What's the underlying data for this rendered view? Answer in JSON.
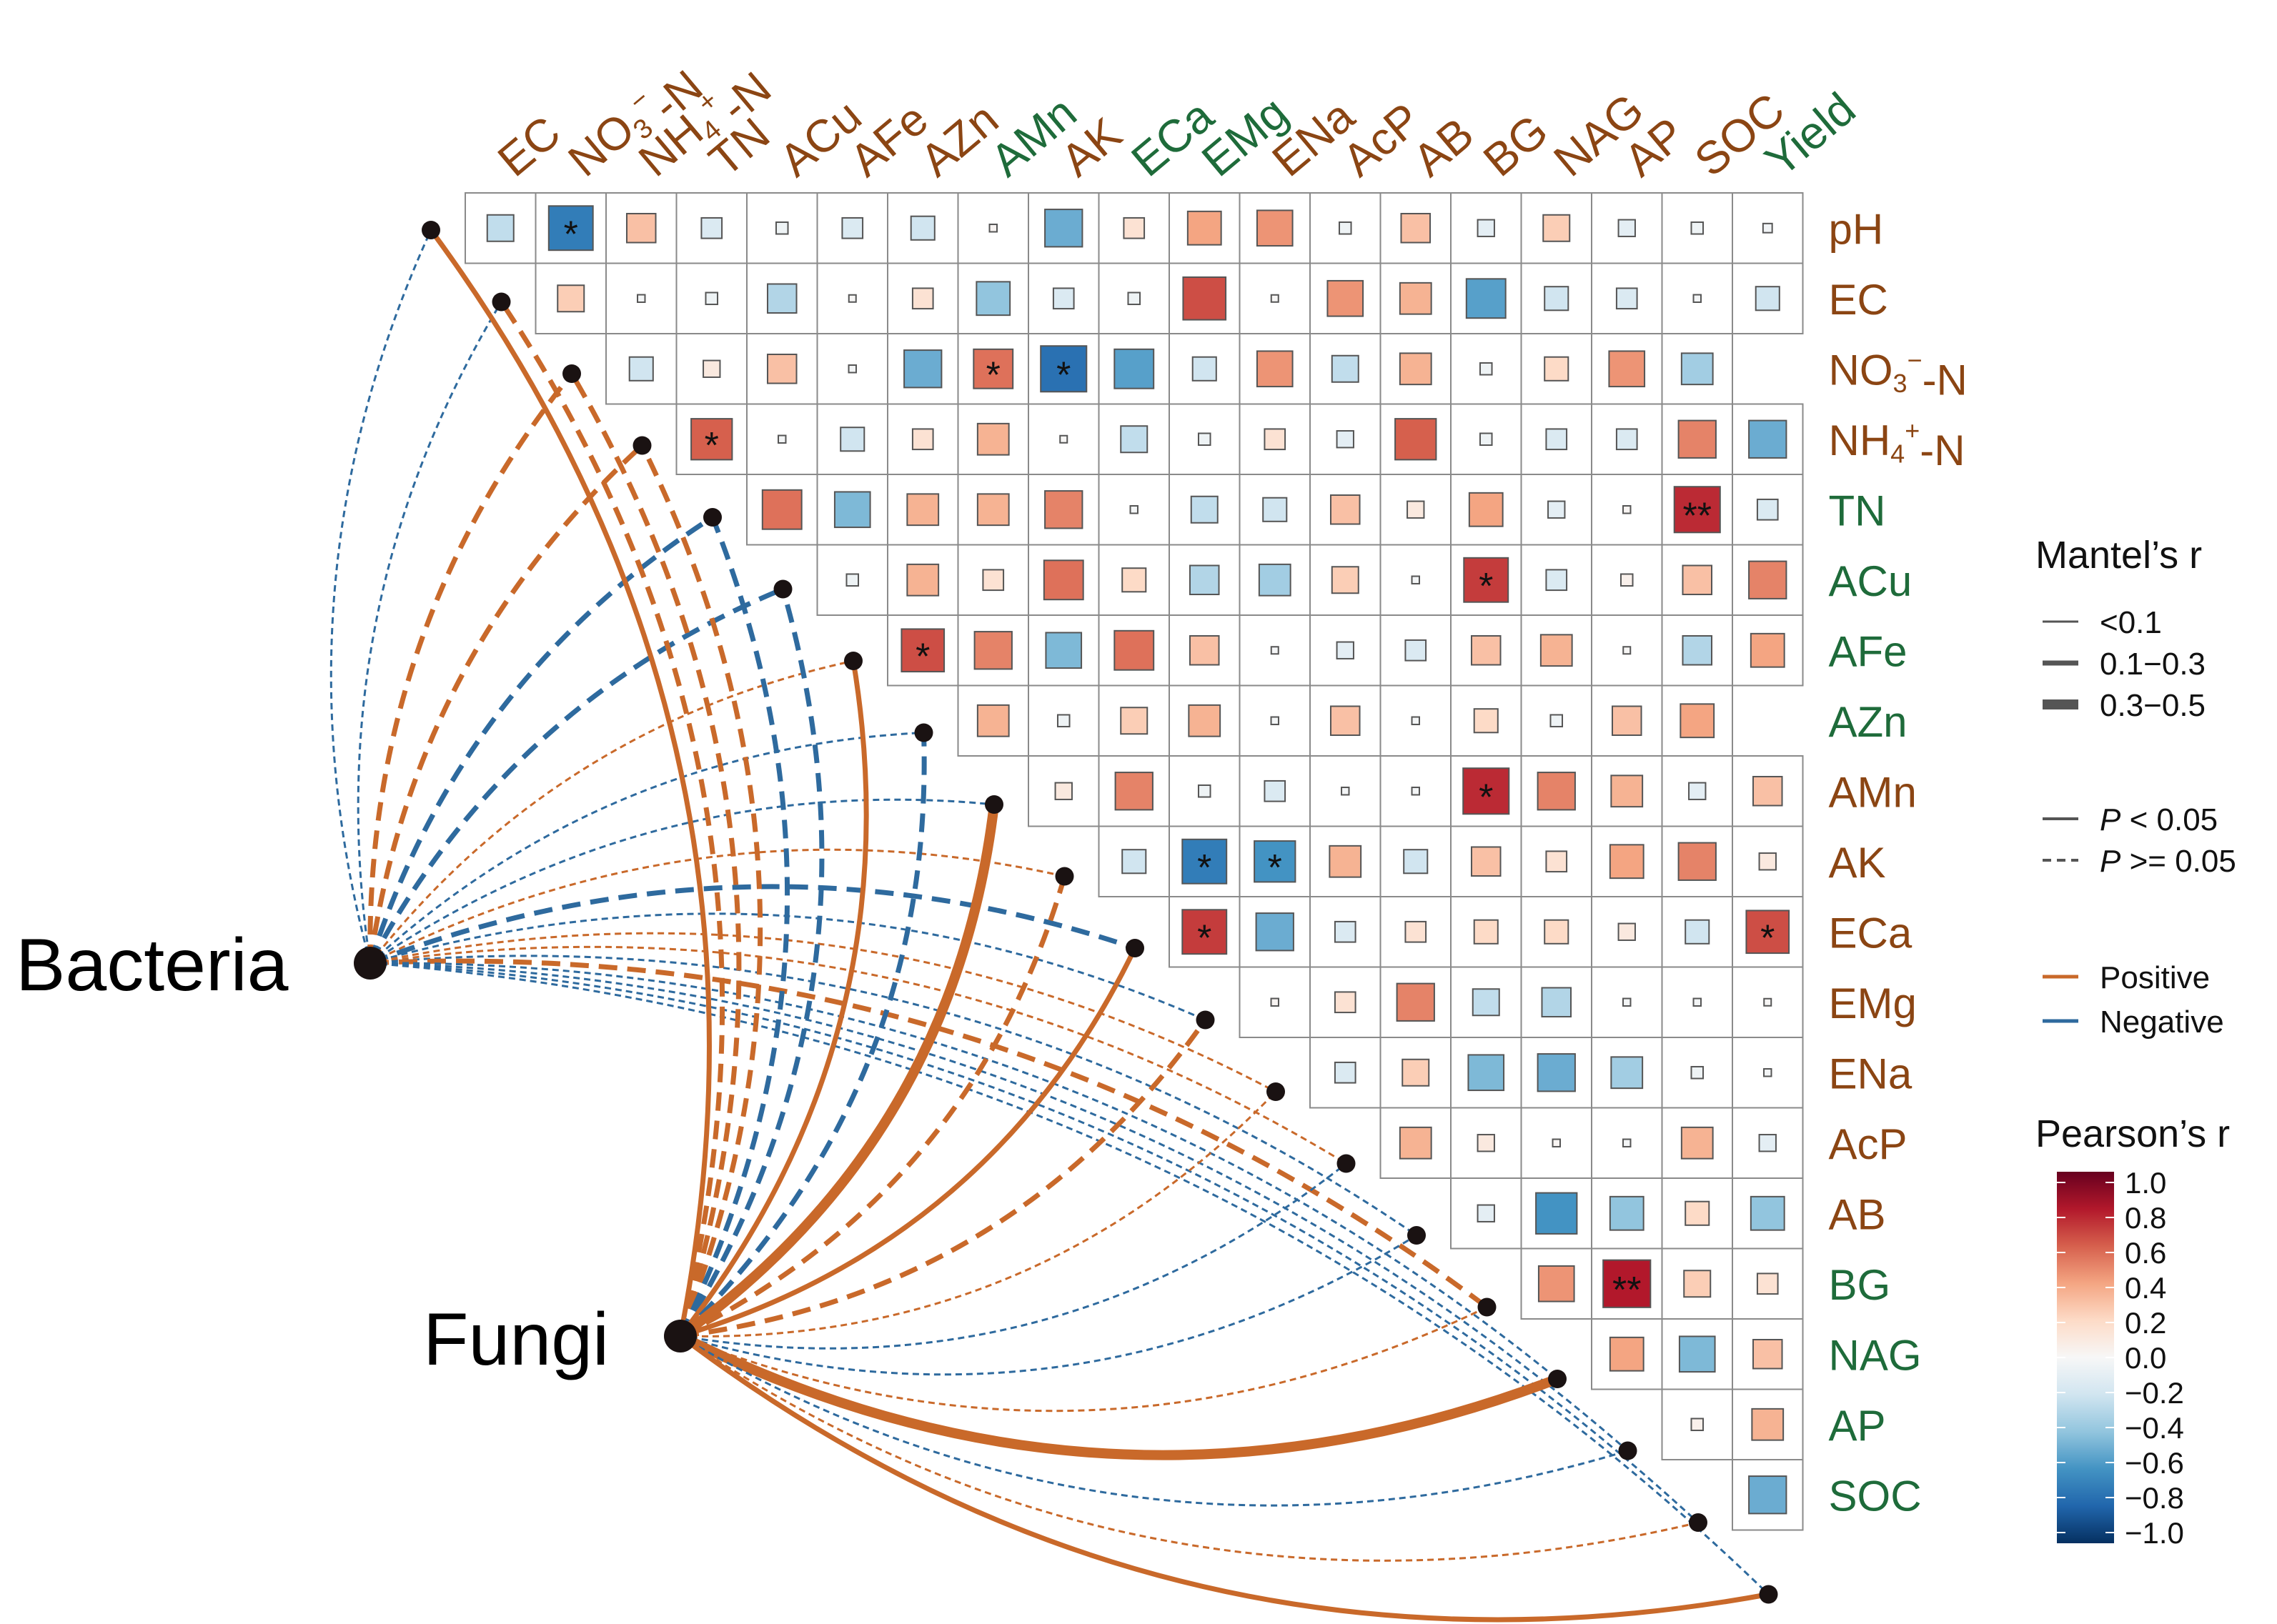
{
  "chart_data": {
    "type": "heatmap",
    "title": "",
    "colors": {
      "brown": "#8B4513",
      "green": "#1E6B3A",
      "positive": "#C9692A",
      "negative": "#2E6A9E",
      "dot": "#1a1212"
    },
    "variables": [
      {
        "name": "pH",
        "sup": "",
        "sub": "",
        "tail": "",
        "group": "soil"
      },
      {
        "name": "EC",
        "sup": "",
        "sub": "",
        "tail": "",
        "group": "soil"
      },
      {
        "name": "NO",
        "sub": "3",
        "sup": "−",
        "tail": "-N",
        "group": "soil"
      },
      {
        "name": "NH",
        "sub": "4",
        "sup": "+",
        "tail": "-N",
        "group": "soil"
      },
      {
        "name": "TN",
        "sup": "",
        "sub": "",
        "tail": "",
        "group": "plant"
      },
      {
        "name": "ACu",
        "sup": "",
        "sub": "",
        "tail": "",
        "group": "plant"
      },
      {
        "name": "AFe",
        "sup": "",
        "sub": "",
        "tail": "",
        "group": "plant"
      },
      {
        "name": "AZn",
        "sup": "",
        "sub": "",
        "tail": "",
        "group": "plant"
      },
      {
        "name": "AMn",
        "sup": "",
        "sub": "",
        "tail": "",
        "group": "soil"
      },
      {
        "name": "AK",
        "sup": "",
        "sub": "",
        "tail": "",
        "group": "soil"
      },
      {
        "name": "ECa",
        "sup": "",
        "sub": "",
        "tail": "",
        "group": "soil"
      },
      {
        "name": "EMg",
        "sup": "",
        "sub": "",
        "tail": "",
        "group": "soil"
      },
      {
        "name": "ENa",
        "sup": "",
        "sub": "",
        "tail": "",
        "group": "soil"
      },
      {
        "name": "AcP",
        "sup": "",
        "sub": "",
        "tail": "",
        "group": "soil"
      },
      {
        "name": "AB",
        "sup": "",
        "sub": "",
        "tail": "",
        "group": "soil"
      },
      {
        "name": "BG",
        "sup": "",
        "sub": "",
        "tail": "",
        "group": "plant"
      },
      {
        "name": "NAG",
        "sup": "",
        "sub": "",
        "tail": "",
        "group": "plant"
      },
      {
        "name": "AP",
        "sup": "",
        "sub": "",
        "tail": "",
        "group": "plant"
      },
      {
        "name": "SOC",
        "sup": "",
        "sub": "",
        "tail": "",
        "group": "plant"
      },
      {
        "name": "Yield",
        "sup": "",
        "sub": "",
        "tail": "",
        "group": "plant"
      }
    ],
    "top_label_colors": [
      "brown",
      "brown",
      "brown",
      "brown",
      "brown",
      "brown",
      "brown",
      "green",
      "brown",
      "green",
      "green",
      "brown",
      "brown",
      "brown",
      "brown",
      "brown",
      "brown",
      "brown",
      "green"
    ],
    "right_label_colors": [
      "brown",
      "brown",
      "brown",
      "brown",
      "green",
      "green",
      "green",
      "green",
      "brown",
      "brown",
      "brown",
      "brown",
      "brown",
      "brown",
      "brown",
      "green",
      "green",
      "green",
      "green"
    ],
    "correlations": [
      [
        -0.25,
        -0.7,
        0.3,
        -0.15,
        -0.05,
        -0.15,
        -0.2,
        0.02,
        -0.5,
        0.15,
        0.4,
        0.45,
        -0.05,
        0.3,
        -0.1,
        0.25,
        -0.1,
        -0.05,
        -0.03
      ],
      [
        0.25,
        -0.02,
        -0.05,
        -0.3,
        0.01,
        0.15,
        -0.4,
        -0.15,
        -0.05,
        0.65,
        0.01,
        0.45,
        0.35,
        -0.55,
        -0.2,
        -0.15,
        -0.02,
        -0.2
      ],
      [
        -0.2,
        0.1,
        0.3,
        -0.02,
        -0.5,
        0.55,
        -0.75,
        -0.55,
        -0.2,
        0.45,
        -0.25,
        0.35,
        -0.05,
        0.2,
        0.45,
        -0.35
      ],
      [
        0.6,
        -0.02,
        -0.2,
        0.15,
        0.35,
        0.01,
        -0.25,
        -0.05,
        0.15,
        -0.1,
        0.6,
        -0.05,
        -0.15,
        -0.15,
        0.5,
        -0.5
      ],
      [
        0.55,
        -0.45,
        0.35,
        0.35,
        0.5,
        -0.02,
        -0.25,
        -0.2,
        0.3,
        0.1,
        0.4,
        -0.1,
        0.02,
        0.75,
        -0.15
      ],
      [
        -0.05,
        0.35,
        0.15,
        0.55,
        0.2,
        -0.3,
        -0.35,
        0.25,
        -0.02,
        0.7,
        -0.15,
        0.05,
        0.3,
        0.5
      ],
      [
        0.65,
        0.5,
        -0.45,
        0.55,
        0.3,
        -0.01,
        -0.1,
        -0.15,
        0.3,
        0.35,
        0.01,
        -0.3,
        0.4
      ],
      [
        0.35,
        -0.05,
        0.25,
        0.35,
        -0.02,
        0.3,
        -0.02,
        0.2,
        -0.05,
        0.3,
        0.4
      ],
      [
        0.1,
        0.5,
        -0.05,
        -0.15,
        -0.02,
        -0.02,
        0.75,
        0.5,
        0.35,
        -0.1,
        0.3
      ],
      [
        -0.2,
        -0.7,
        -0.6,
        0.35,
        -0.2,
        0.3,
        0.15,
        0.4,
        0.5,
        0.1
      ],
      [
        0.7,
        -0.5,
        -0.15,
        0.15,
        0.2,
        0.2,
        0.1,
        -0.2,
        0.65
      ],
      [
        0.02,
        0.15,
        0.5,
        -0.25,
        -0.3,
        -0.02,
        -0.02,
        0.01
      ],
      [
        -0.15,
        0.25,
        -0.45,
        -0.5,
        -0.35,
        -0.05,
        -0.02
      ],
      [
        0.35,
        0.1,
        0.02,
        -0.02,
        0.35,
        -0.1
      ],
      [
        -0.1,
        -0.6,
        -0.4,
        0.2,
        -0.4
      ],
      [
        0.45,
        0.8,
        0.25,
        0.15
      ],
      [
        0.4,
        -0.45,
        0.3
      ],
      [
        0.05,
        0.35
      ],
      [
        -0.5
      ]
    ],
    "significance": [
      [
        "",
        "*",
        "",
        "",
        "",
        "",
        "",
        "",
        "",
        "",
        "",
        "",
        "",
        "",
        "",
        "",
        "",
        "",
        ""
      ],
      [
        "",
        "",
        "",
        "",
        "",
        "",
        "",
        "",
        "",
        "",
        "",
        "",
        "",
        "",
        "",
        "",
        "",
        ""
      ],
      [
        "",
        "",
        "",
        "",
        "",
        "*",
        "*",
        "",
        "",
        "",
        "",
        "",
        "",
        "",
        "",
        ""
      ],
      [
        "*",
        "",
        "",
        "",
        "",
        "",
        "",
        "",
        "",
        "",
        "",
        "",
        "",
        "",
        "",
        ""
      ],
      [
        "",
        "",
        "",
        "",
        "",
        "",
        "",
        "",
        "",
        "",
        "",
        "",
        "",
        "**",
        ""
      ],
      [
        "",
        "",
        "",
        "",
        "",
        "",
        "",
        "",
        "",
        "*",
        "",
        "",
        "",
        ""
      ],
      [
        "*",
        "",
        "",
        "",
        "",
        "",
        "",
        "",
        "",
        "",
        "",
        "",
        ""
      ],
      [
        "",
        "",
        "",
        "",
        "",
        "",
        "",
        "",
        "",
        "",
        ""
      ],
      [
        "",
        "",
        "",
        "",
        "",
        "",
        "*",
        "",
        "",
        "",
        ""
      ],
      [
        "",
        "*",
        "*",
        "",
        "",
        "",
        "",
        "",
        "",
        ""
      ],
      [
        "*",
        "",
        "",
        "",
        "",
        "",
        "",
        "",
        "*"
      ],
      [
        "",
        "",
        "",
        "",
        "",
        "",
        "",
        ""
      ],
      [
        "",
        "",
        "",
        "",
        "",
        "",
        ""
      ],
      [
        "",
        "",
        "",
        "",
        "",
        ""
      ],
      [
        "",
        "",
        "",
        "",
        ""
      ],
      [
        "",
        "**",
        "",
        ""
      ],
      [
        "",
        "",
        ""
      ],
      [
        "",
        ""
      ],
      [
        ""
      ]
    ],
    "mantel_sources": [
      "Bacteria",
      "Fungi"
    ],
    "mantel_links": {
      "Bacteria": [
        {
          "to": "pH",
          "r_class": 0,
          "p_lt_005": false,
          "sign": "negative"
        },
        {
          "to": "EC",
          "r_class": 0,
          "p_lt_005": false,
          "sign": "negative"
        },
        {
          "to": "NO3-N",
          "r_class": 1,
          "p_lt_005": false,
          "sign": "positive"
        },
        {
          "to": "NH4-N",
          "r_class": 1,
          "p_lt_005": false,
          "sign": "positive"
        },
        {
          "to": "TN",
          "r_class": 1,
          "p_lt_005": false,
          "sign": "negative"
        },
        {
          "to": "ACu",
          "r_class": 1,
          "p_lt_005": false,
          "sign": "negative"
        },
        {
          "to": "AFe",
          "r_class": 0,
          "p_lt_005": false,
          "sign": "positive"
        },
        {
          "to": "AZn",
          "r_class": 0,
          "p_lt_005": false,
          "sign": "negative"
        },
        {
          "to": "AMn",
          "r_class": 0,
          "p_lt_005": false,
          "sign": "negative"
        },
        {
          "to": "AK",
          "r_class": 0,
          "p_lt_005": false,
          "sign": "positive"
        },
        {
          "to": "ECa",
          "r_class": 1,
          "p_lt_005": false,
          "sign": "negative"
        },
        {
          "to": "EMg",
          "r_class": 0,
          "p_lt_005": false,
          "sign": "negative"
        },
        {
          "to": "ENa",
          "r_class": 0,
          "p_lt_005": false,
          "sign": "positive"
        },
        {
          "to": "AcP",
          "r_class": 0,
          "p_lt_005": false,
          "sign": "positive"
        },
        {
          "to": "AB",
          "r_class": 0,
          "p_lt_005": false,
          "sign": "negative"
        },
        {
          "to": "BG",
          "r_class": 1,
          "p_lt_005": false,
          "sign": "positive"
        },
        {
          "to": "NAG",
          "r_class": 0,
          "p_lt_005": false,
          "sign": "negative"
        },
        {
          "to": "AP",
          "r_class": 0,
          "p_lt_005": false,
          "sign": "negative"
        },
        {
          "to": "SOC",
          "r_class": 0,
          "p_lt_005": false,
          "sign": "negative"
        },
        {
          "to": "Yield",
          "r_class": 0,
          "p_lt_005": false,
          "sign": "negative"
        }
      ],
      "Fungi": [
        {
          "to": "pH",
          "r_class": 1,
          "p_lt_005": true,
          "sign": "positive"
        },
        {
          "to": "EC",
          "r_class": 1,
          "p_lt_005": false,
          "sign": "positive"
        },
        {
          "to": "NO3-N",
          "r_class": 1,
          "p_lt_005": false,
          "sign": "positive"
        },
        {
          "to": "NH4-N",
          "r_class": 1,
          "p_lt_005": false,
          "sign": "positive"
        },
        {
          "to": "TN",
          "r_class": 1,
          "p_lt_005": false,
          "sign": "negative"
        },
        {
          "to": "ACu",
          "r_class": 1,
          "p_lt_005": false,
          "sign": "negative"
        },
        {
          "to": "AFe",
          "r_class": 1,
          "p_lt_005": true,
          "sign": "positive"
        },
        {
          "to": "AZn",
          "r_class": 1,
          "p_lt_005": false,
          "sign": "negative"
        },
        {
          "to": "AMn",
          "r_class": 2,
          "p_lt_005": true,
          "sign": "positive"
        },
        {
          "to": "AK",
          "r_class": 1,
          "p_lt_005": false,
          "sign": "positive"
        },
        {
          "to": "ECa",
          "r_class": 1,
          "p_lt_005": true,
          "sign": "positive"
        },
        {
          "to": "EMg",
          "r_class": 1,
          "p_lt_005": false,
          "sign": "positive"
        },
        {
          "to": "ENa",
          "r_class": 0,
          "p_lt_005": false,
          "sign": "positive"
        },
        {
          "to": "AcP",
          "r_class": 0,
          "p_lt_005": false,
          "sign": "negative"
        },
        {
          "to": "AB",
          "r_class": 0,
          "p_lt_005": false,
          "sign": "negative"
        },
        {
          "to": "BG",
          "r_class": 0,
          "p_lt_005": false,
          "sign": "positive"
        },
        {
          "to": "NAG",
          "r_class": 2,
          "p_lt_005": true,
          "sign": "positive"
        },
        {
          "to": "AP",
          "r_class": 0,
          "p_lt_005": false,
          "sign": "negative"
        },
        {
          "to": "SOC",
          "r_class": 0,
          "p_lt_005": false,
          "sign": "positive"
        },
        {
          "to": "Yield",
          "r_class": 1,
          "p_lt_005": true,
          "sign": "positive"
        }
      ]
    },
    "legend": {
      "mantel_title": "Mantel’s r",
      "mantel_classes": [
        "<0.1",
        "0.1−0.3",
        "0.3−0.5"
      ],
      "p_labels": [
        [
          "P",
          " < 0.05"
        ],
        [
          "P",
          " >= 0.05"
        ]
      ],
      "sign_labels": [
        "Positive",
        "Negative"
      ],
      "pearson_title": "Pearson’s r",
      "colorbar_ticks": [
        "1.0",
        "0.8",
        "0.6",
        "0.4",
        "0.2",
        "0.0",
        "−0.2",
        "−0.4",
        "−0.6",
        "−0.8",
        "−1.0"
      ],
      "colorbar_range": [
        -1.0,
        1.0
      ]
    }
  }
}
